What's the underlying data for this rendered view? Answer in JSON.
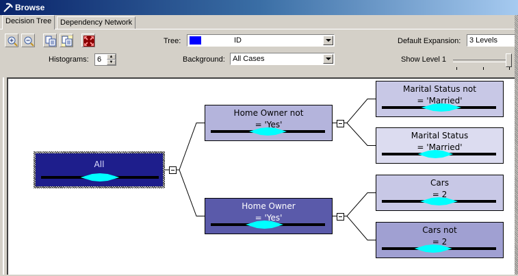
{
  "window": {
    "title": "Browse",
    "icon": "pickaxe-icon"
  },
  "tabs": [
    {
      "label": "Decision Tree",
      "active": true
    },
    {
      "label": "Dependency Network",
      "active": false
    }
  ],
  "toolbar": {
    "buttons": [
      {
        "name": "zoom-in",
        "icon": "zoom-in-icon"
      },
      {
        "name": "zoom-out",
        "icon": "zoom-out-icon"
      },
      {
        "name": "copy",
        "icon": "copy-icon"
      },
      {
        "name": "copy-graph-view",
        "icon": "copy-graph-icon"
      },
      {
        "name": "size-to-fit",
        "icon": "fit-to-window-icon"
      }
    ],
    "histograms_label": "Histograms:",
    "histograms_value": "6",
    "tree_label": "Tree:",
    "tree_value": "ID",
    "tree_color": "#0000ff",
    "background_label": "Background:",
    "background_value": "All Cases",
    "default_expansion_label": "Default Expansion:",
    "default_expansion_value": "3 Levels",
    "show_level_label": "Show Level 1",
    "show_level_slider": {
      "min": 1,
      "max": 3,
      "value": 3
    }
  },
  "tree": {
    "nodes": [
      {
        "id": "all",
        "line1": "All",
        "line2": "",
        "fill": "#1e1e8c",
        "text_color": "#e0e0ff",
        "selected": true,
        "hist_center": 0.5,
        "hist_width": 0.33
      },
      {
        "id": "home-owner-not-yes",
        "line1": "Home Owner not",
        "line2": "= 'Yes'",
        "fill": "#b4b4dc",
        "text_color": "#000000",
        "selected": false,
        "hist_center": 0.5,
        "hist_width": 0.33
      },
      {
        "id": "home-owner-yes",
        "line1": "Home Owner",
        "line2": "= 'Yes'",
        "fill": "#5a5aaa",
        "text_color": "#ffffff",
        "selected": false,
        "hist_center": 0.47,
        "hist_width": 0.33
      },
      {
        "id": "marital-not-married",
        "line1": "Marital Status not",
        "line2": "= 'Married'",
        "fill": "#c8c8e6",
        "text_color": "#000000",
        "selected": false,
        "hist_center": 0.52,
        "hist_width": 0.35
      },
      {
        "id": "marital-married",
        "line1": "Marital Status",
        "line2": "= 'Married'",
        "fill": "#dcdcf0",
        "text_color": "#000000",
        "selected": false,
        "hist_center": 0.47,
        "hist_width": 0.31
      },
      {
        "id": "cars-2",
        "line1": "Cars",
        "line2": "= 2",
        "fill": "#c8c8e6",
        "text_color": "#000000",
        "selected": false,
        "hist_center": 0.5,
        "hist_width": 0.33
      },
      {
        "id": "cars-not-2",
        "line1": "Cars not",
        "line2": "= 2",
        "fill": "#a0a0d2",
        "text_color": "#000000",
        "selected": false,
        "hist_center": 0.45,
        "hist_width": 0.33
      }
    ],
    "edges": [
      [
        "all",
        "home-owner-not-yes"
      ],
      [
        "all",
        "home-owner-yes"
      ],
      [
        "home-owner-not-yes",
        "marital-not-married"
      ],
      [
        "home-owner-not-yes",
        "marital-married"
      ],
      [
        "home-owner-yes",
        "cars-2"
      ],
      [
        "home-owner-yes",
        "cars-not-2"
      ]
    ],
    "histogram_colors": {
      "bar": "#000000",
      "state": "#00ffff"
    }
  }
}
